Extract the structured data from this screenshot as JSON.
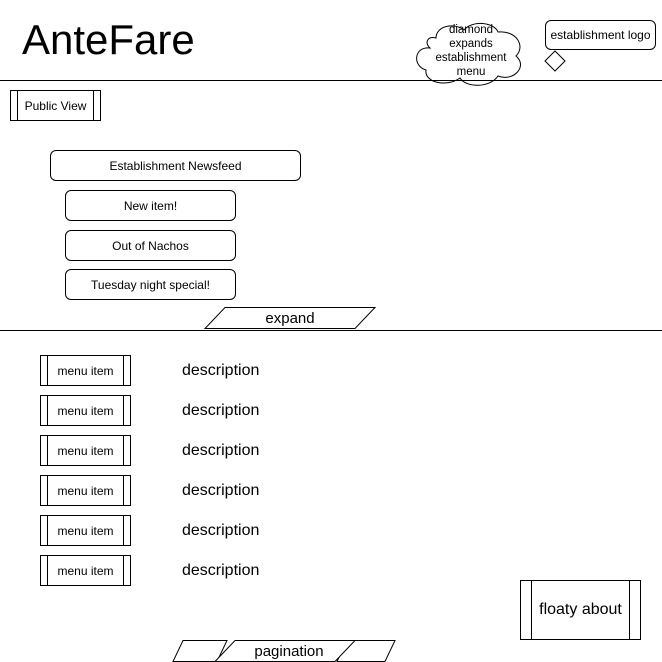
{
  "header": {
    "title": "AnteFare",
    "menu_note": [
      "diamond",
      "expands",
      "establishment",
      "menu"
    ],
    "logo_label": "establishment logo"
  },
  "public_view": {
    "label": "Public View",
    "newsfeed_label": "Establishment Newsfeed",
    "items": [
      "New item!",
      "Out of Nachos",
      "Tuesday night special!"
    ],
    "expand_label": "expand"
  },
  "menu": {
    "rows": [
      {
        "item": "menu item",
        "description": "description"
      },
      {
        "item": "menu item",
        "description": "description"
      },
      {
        "item": "menu item",
        "description": "description"
      },
      {
        "item": "menu item",
        "description": "description"
      },
      {
        "item": "menu item",
        "description": "description"
      },
      {
        "item": "menu item",
        "description": "description"
      }
    ],
    "floaty_about": "floaty about",
    "pagination_label": "pagination"
  }
}
